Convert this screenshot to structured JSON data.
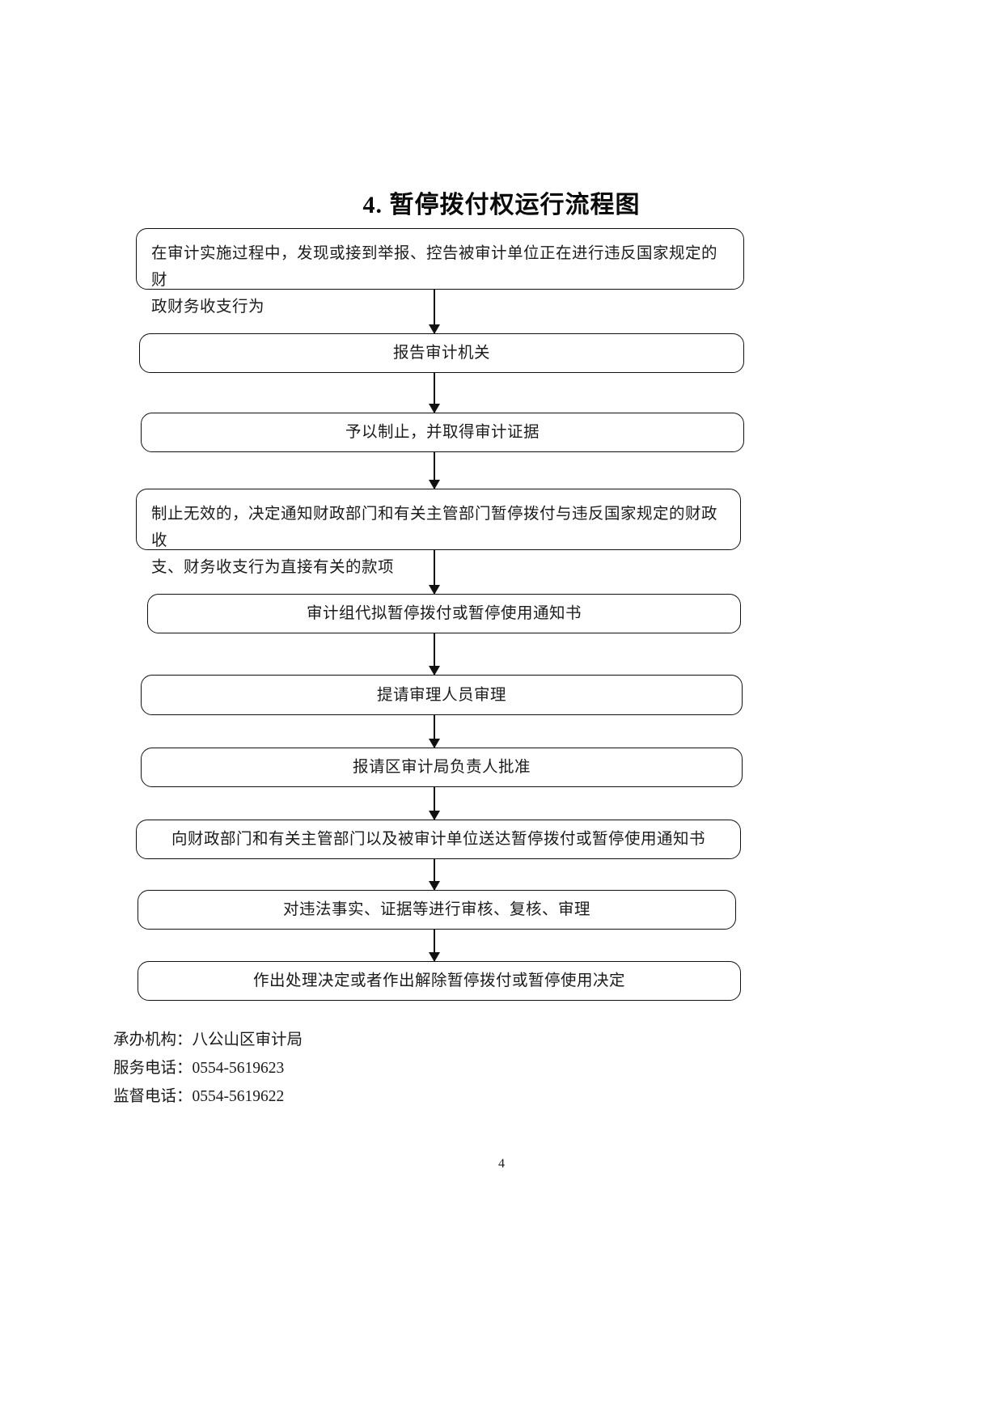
{
  "document": {
    "title": "4. 暂停拨付权运行流程图",
    "page_number": "4"
  },
  "flowchart": {
    "type": "vertical-process-flow",
    "nodes": [
      {
        "id": "n1",
        "lines": [
          "在审计实施过程中，发现或接到举报、控告被审计单位正在进行违反国家规定的财",
          "政财务收支行为"
        ],
        "text": "在审计实施过程中，发现或接到举报、控告被审计单位正在进行违反国家规定的财政财务收支行为",
        "align": "left"
      },
      {
        "id": "n2",
        "text": "报告审计机关",
        "align": "center"
      },
      {
        "id": "n3",
        "text": "予以制止，并取得审计证据",
        "align": "center"
      },
      {
        "id": "n4",
        "lines": [
          "制止无效的，决定通知财政部门和有关主管部门暂停拨付与违反国家规定的财政收",
          "支、财务收支行为直接有关的款项"
        ],
        "text": "制止无效的，决定通知财政部门和有关主管部门暂停拨付与违反国家规定的财政收支、财务收支行为直接有关的款项",
        "align": "left"
      },
      {
        "id": "n5",
        "text": "审计组代拟暂停拨付或暂停使用通知书",
        "align": "center"
      },
      {
        "id": "n6",
        "text": "提请审理人员审理",
        "align": "center"
      },
      {
        "id": "n7",
        "text": "报请区审计局负责人批准",
        "align": "center"
      },
      {
        "id": "n8",
        "text": "向财政部门和有关主管部门以及被审计单位送达暂停拨付或暂停使用通知书",
        "align": "center"
      },
      {
        "id": "n9",
        "text": "对违法事实、证据等进行审核、复核、审理",
        "align": "center"
      },
      {
        "id": "n10",
        "text": "作出处理决定或者作出解除暂停拨付或暂停使用决定",
        "align": "center"
      }
    ]
  },
  "footer": {
    "agency": "承办机构：八公山区审计局",
    "service_phone": "服务电话：0554-5619623",
    "supervision_phone": "监督电话：0554-5619622"
  },
  "colors": {
    "line": "#111111",
    "text": "#1b1b1b",
    "background": "#ffffff"
  }
}
